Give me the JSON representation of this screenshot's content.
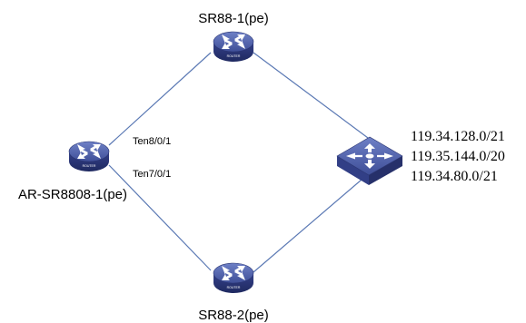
{
  "nodes": {
    "sr88_1": {
      "label": "SR88-1(pe)",
      "badge": "ROUTER"
    },
    "sr88_2": {
      "label": "SR88-2(pe)",
      "badge": "ROUTER"
    },
    "ar": {
      "label": "AR-SR8808-1(pe)",
      "badge": "ROUTER"
    },
    "l3switch": {
      "icon": "layer3-switch-icon"
    }
  },
  "interfaces": {
    "ten8": "Ten8/0/1",
    "ten7": "Ten7/0/1"
  },
  "prefixes": [
    "119.34.128.0/21",
    "119.35.144.0/20",
    "119.34.80.0/21"
  ],
  "colors": {
    "link": "#5b79b4",
    "device_top": "#4f62ad",
    "device_side": "#2d3a78",
    "arrow": "#ffffff",
    "text": "#000000"
  }
}
